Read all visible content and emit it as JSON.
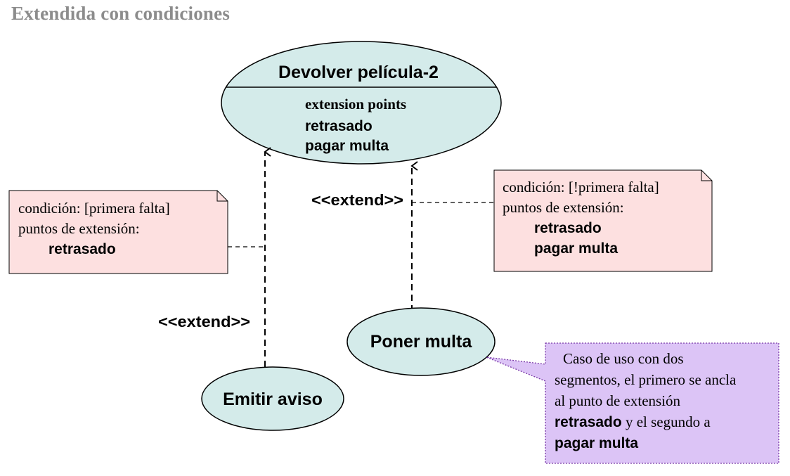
{
  "title": "Extendida con condiciones",
  "main_usecase": {
    "name": "Devolver película-2",
    "compartment_header": "extension points",
    "points": [
      "retrasado",
      "pagar multa"
    ]
  },
  "usecase_poner": {
    "name": "Poner multa"
  },
  "usecase_emitir": {
    "name": "Emitir aviso"
  },
  "extend_left": "<<extend>>",
  "extend_right": "<<extend>>",
  "note_left": {
    "line1": "condición: [primera falta]",
    "line2": "puntos de extensión:",
    "point1": "retrasado"
  },
  "note_right": {
    "line1": "condición: [!primera falta]",
    "line2": "puntos de extensión:",
    "point1": "retrasado",
    "point2": "pagar multa"
  },
  "callout": {
    "line1": "Caso de uso con dos",
    "line2": "segmentos, el primero se ancla",
    "line3": "al punto de extensión",
    "bold1": "retrasado",
    "line4_rest": " y el segundo a",
    "bold2": "pagar multa"
  },
  "colors": {
    "usecase_fill": "#d4ebea",
    "note_fill": "#fde0e0",
    "callout_fill": "#dcc4f6",
    "title": "#8c8c8c"
  }
}
